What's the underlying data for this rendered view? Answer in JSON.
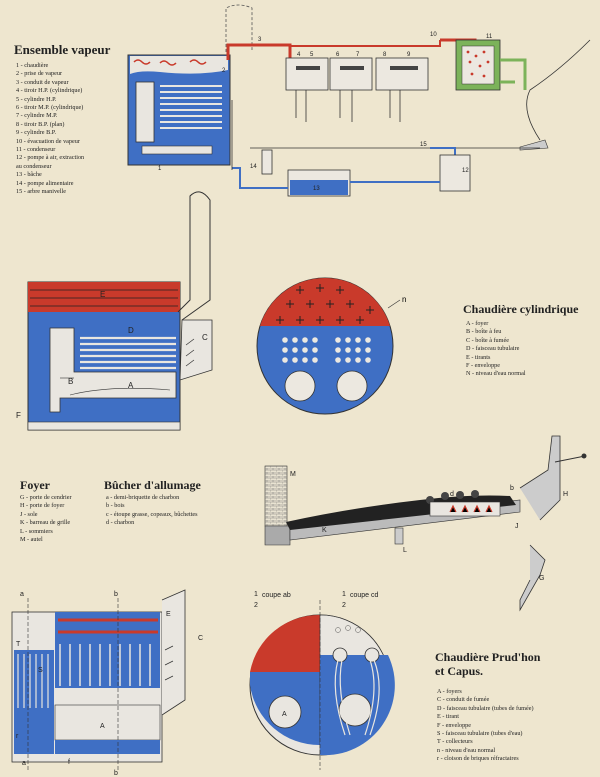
{
  "ensemble": {
    "title": "Ensemble vapeur",
    "legend": [
      "1 - chaudière",
      "2 - prise de vapeur",
      "3 - conduit de vapeur",
      "4 - tiroir H.P. (cylindrique)",
      "5 - cylindre H.P.",
      "6 - tiroir M.P. (cylindrique)",
      "7 - cylindre M.P.",
      "8 - tiroir B.P. (plan)",
      "9 - cylindre B.P.",
      "10 - évacuation de vapeur",
      "11 - condenseur",
      "12 - pompe à air, extraction",
      "au condenseur",
      "13 - bâche",
      "14 - pompe alimentaire",
      "15 - arbre manivelle"
    ],
    "labels": {
      "n1": "1",
      "n2": "2",
      "n3": "3",
      "n4": "4",
      "n5": "5",
      "n6": "6",
      "n7": "7",
      "n8": "8",
      "n9": "9",
      "n10": "10",
      "n11": "11",
      "n12": "12",
      "n13": "13",
      "n14": "14",
      "n15": "15"
    }
  },
  "cylindrique": {
    "title": "Chaudière cylindrique",
    "legend": [
      "A - foyer",
      "B - boîte à feu",
      "C - boîte à fumée",
      "D - faisceau tubulaire",
      "E - tirants",
      "F - enveloppe",
      "N - niveau d'eau normal"
    ],
    "labels": {
      "A": "A",
      "B": "B",
      "C": "C",
      "D": "D",
      "E": "E",
      "F": "F",
      "n": "n"
    }
  },
  "foyer": {
    "title": "Foyer",
    "legend": [
      "G - porte de cendrier",
      "H - porte de foyer",
      "J - sole",
      "K - barreau de grille",
      "L - sommiers",
      "M - autel"
    ],
    "labels": {
      "M": "M",
      "d": "d",
      "b": "b",
      "H": "H",
      "J": "J",
      "K": "K",
      "L": "L",
      "G": "G"
    }
  },
  "bucher": {
    "title": "Bûcher d'allumage",
    "legend": [
      "a - demi-briquette de charbon",
      "b - bois",
      "c - étoupe grasse, copeaux, bûchettes",
      "d - charbon"
    ]
  },
  "prudhon": {
    "title_line1": "Chaudière Prud'hon",
    "title_line2": "et Capus.",
    "legend": [
      "A - foyers",
      "C - conduit de fumée",
      "D - faisceau tubulaire (tubes de fumée)",
      "E - tirant",
      "F - enveloppe",
      "S - faisceau tubulaire (tubes d'eau)",
      "T - collecteurs",
      "n - niveau d'eau normal",
      "r - cloison de briques réfractaires"
    ],
    "coupe_ab": "coupe ab",
    "coupe_cd": "coupe cd",
    "labels": {
      "E": "E",
      "T": "T",
      "S": "S",
      "A": "A",
      "C": "C",
      "r": "r",
      "f": "f",
      "a": "a",
      "b": "b",
      "A2": "A",
      "one1": "1",
      "two1": "2",
      "one2": "1",
      "two2": "2"
    }
  },
  "colors": {
    "background": "#eee6cf",
    "water": "#3f6fc4",
    "steam": "#c93a2b",
    "condenser": "#7cb35a",
    "line": "#333333"
  }
}
